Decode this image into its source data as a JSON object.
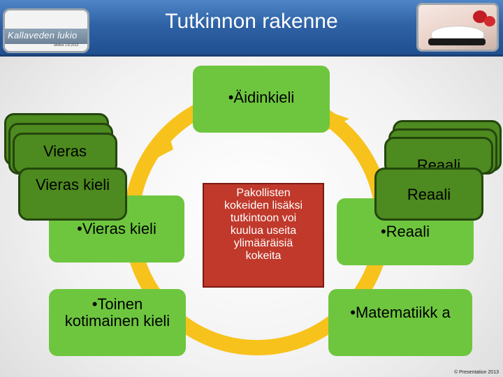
{
  "header": {
    "title": "Tutkinnon rakenne",
    "logo_text": "Kallaveden lukio",
    "logo_subtext": "aloitus 1.8.2013"
  },
  "colors": {
    "header_blue": "#2f62a6",
    "box_green": "#6ec63e",
    "box_dark_green": "#4d8a1f",
    "center_red": "#c0392b",
    "arrow_yellow": "#f7c21b"
  },
  "diagram": {
    "aidinkieli": "•Äidinkieli",
    "vieras_back": "Vieras",
    "vieras_front": "Vieras kieli",
    "vieras_main": "•Vieras kieli",
    "reaali_back": "Reaali",
    "reaali_front": "Reaali",
    "reaali_main": "•Reaali",
    "toinen_kotimainen": "•Toinen kotimainen kieli",
    "matematiikka": "•Matematiikk a",
    "center_lines": [
      "Pakollisten",
      "kokeiden lisäksi",
      "tutkintoon voi",
      "kuulua useita",
      "ylimääräisiä",
      "kokeita"
    ]
  },
  "footer": {
    "copyright": "© Presentation 2013"
  }
}
